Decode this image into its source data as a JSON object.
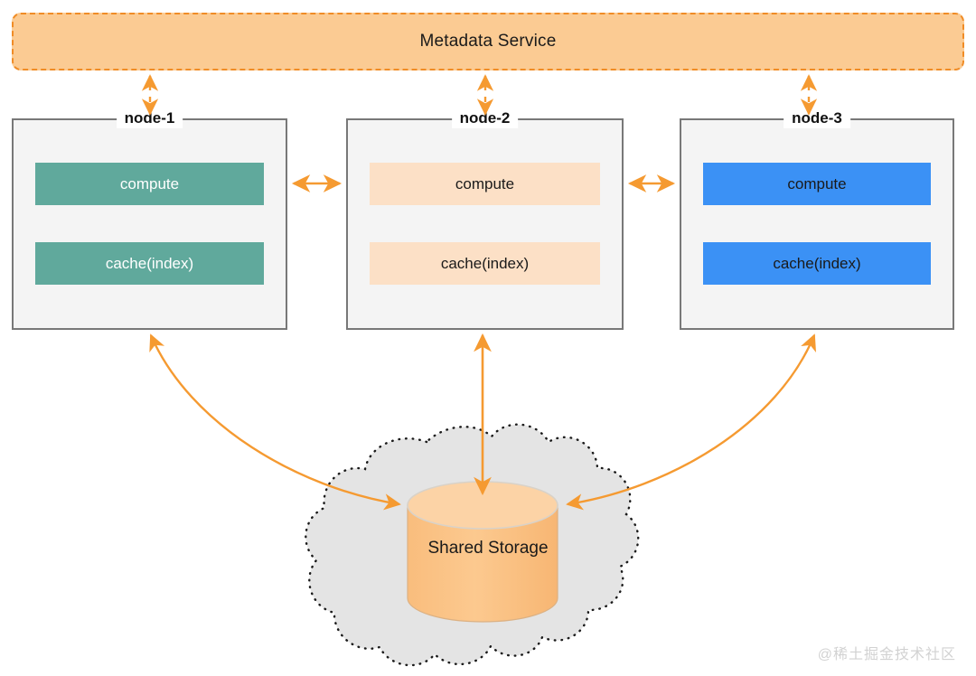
{
  "diagram": {
    "title": "Shared storage multi-node architecture",
    "type": "architecture-diagram",
    "background_color": "#ffffff"
  },
  "metadata_service": {
    "label": "Metadata Service",
    "fill_color": "#fbcb93",
    "border_color": "#f08c26",
    "border_style": "dashed"
  },
  "nodes": [
    {
      "title": "node-1",
      "compute_label": "compute",
      "cache_label": "cache(index)",
      "block_color": "#60a99c",
      "text_color": "#ffffff",
      "theme": "theme-teal"
    },
    {
      "title": "node-2",
      "compute_label": "compute",
      "cache_label": "cache(index)",
      "block_color": "#fce0c6",
      "text_color": "#1a1a1a",
      "theme": "theme-peach"
    },
    {
      "title": "node-3",
      "compute_label": "compute",
      "cache_label": "cache(index)",
      "block_color": "#3b91f5",
      "text_color": "#1a1a1a",
      "theme": "theme-blue"
    }
  ],
  "storage": {
    "label": "Shared Storage",
    "cylinder_fill": "#fbc183",
    "cylinder_top_fill": "#fcd0a0",
    "cloud_fill": "#e4e4e4",
    "cloud_border": "#1a1a1a",
    "cloud_border_style": "dotted"
  },
  "connectors": {
    "accent_color": "#f59a31",
    "node_to_metadata_style": "dashed-double-arrow",
    "node_to_node_style": "solid-double-arrow",
    "node_to_storage_style": "solid-double-arrow",
    "items": [
      {
        "from": "node-1",
        "to": "Metadata Service",
        "style": "dashed",
        "arrows": "both"
      },
      {
        "from": "node-2",
        "to": "Metadata Service",
        "style": "dashed",
        "arrows": "both"
      },
      {
        "from": "node-3",
        "to": "Metadata Service",
        "style": "dashed",
        "arrows": "both"
      },
      {
        "from": "node-1",
        "to": "node-2",
        "style": "solid",
        "arrows": "both"
      },
      {
        "from": "node-2",
        "to": "node-3",
        "style": "solid",
        "arrows": "both"
      },
      {
        "from": "node-1",
        "to": "Shared Storage",
        "style": "solid-curved",
        "arrows": "both"
      },
      {
        "from": "node-2",
        "to": "Shared Storage",
        "style": "solid-straight",
        "arrows": "both"
      },
      {
        "from": "node-3",
        "to": "Shared Storage",
        "style": "solid-curved",
        "arrows": "both"
      }
    ]
  },
  "watermark": {
    "text": "@稀土掘金技术社区"
  }
}
